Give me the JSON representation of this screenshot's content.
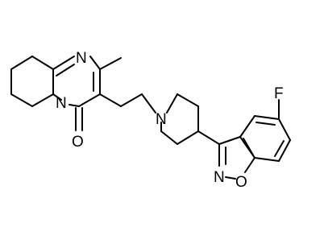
{
  "molecule": {
    "atoms": {
      "n_pyrimidine": "N",
      "n_bridge": "N",
      "o_carbonyl": "O",
      "n_piperidine": "N",
      "f": "F",
      "n_isoxazole": "N",
      "o_isoxazole": "O"
    }
  }
}
